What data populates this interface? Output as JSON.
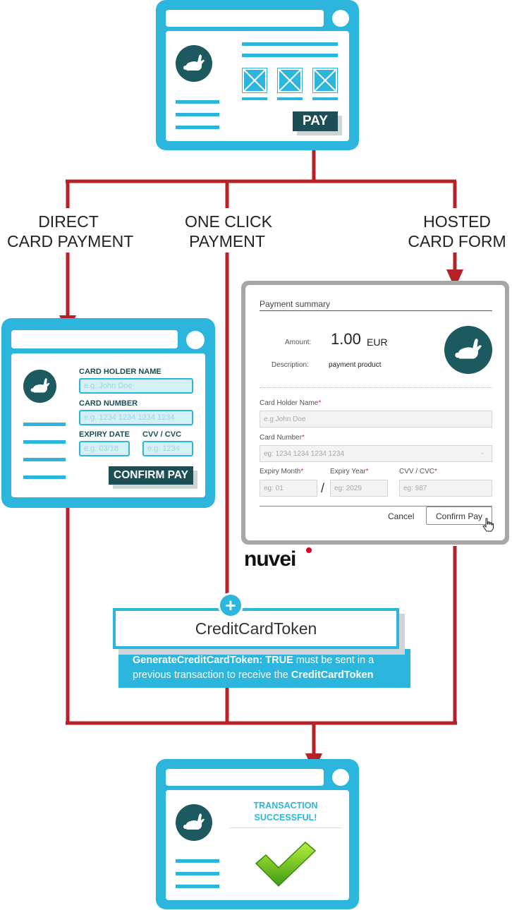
{
  "colors": {
    "window_blue": "#2db6dd",
    "dark_teal": "#1c4e55",
    "flow_red": "#b82028",
    "nuvei_red": "#e4002b"
  },
  "top_window": {
    "pay_label": "PAY",
    "icons": [
      "rabbit-logo-icon",
      "image-placeholder-icon"
    ]
  },
  "flows": {
    "direct": {
      "line1": "DIRECT",
      "line2": "CARD PAYMENT"
    },
    "one_click": {
      "line1": "ONE CLICK",
      "line2": "PAYMENT"
    },
    "hosted": {
      "line1": "HOSTED",
      "line2": "CARD FORM"
    }
  },
  "direct_form": {
    "holder_label": "CARD HOLDER NAME",
    "holder_placeholder": "e.g. John Doe",
    "number_label": "CARD NUMBER",
    "number_placeholder": "e.g. 1234 1234 1234 1234",
    "expiry_label": "EXPIRY DATE",
    "expiry_placeholder": "e.g. 03/18",
    "cvv_label": "CVV / CVC",
    "cvv_placeholder": "e.g. 1234",
    "confirm_label": "CONFIRM PAY"
  },
  "hosted_form": {
    "title": "Payment summary",
    "amount_label": "Amount:",
    "amount_value": "1.00",
    "currency": "EUR",
    "description_label": "Description:",
    "description_value": "payment product",
    "holder_label": "Card Holder Name",
    "holder_placeholder": "e.g John Doe",
    "number_label": "Card Number",
    "number_placeholder": "eg: 1234 1234 1234 1234",
    "expiry_month_label": "Expiry Month",
    "expiry_month_placeholder": "eg: 01",
    "separator": "/",
    "expiry_year_label": "Expiry Year",
    "expiry_year_placeholder": "eg: 2029",
    "cvv_label": "CVV / CVC",
    "cvv_placeholder": "eg: 987",
    "required_mark": "*",
    "cancel_label": "Cancel",
    "confirm_label": "Confirm Pay"
  },
  "brand": {
    "name": "nuvei"
  },
  "token": {
    "plus": "+",
    "title": "CreditCardToken",
    "desc_bold1": "GenerateCreditCardToken: TRUE",
    "desc_text1": " must be sent in a",
    "desc_text2": "previous transaction to receive the ",
    "desc_bold2": "CreditCardToken"
  },
  "result": {
    "line1": "TRANSACTION",
    "line2": "SUCCESSFUL!"
  }
}
